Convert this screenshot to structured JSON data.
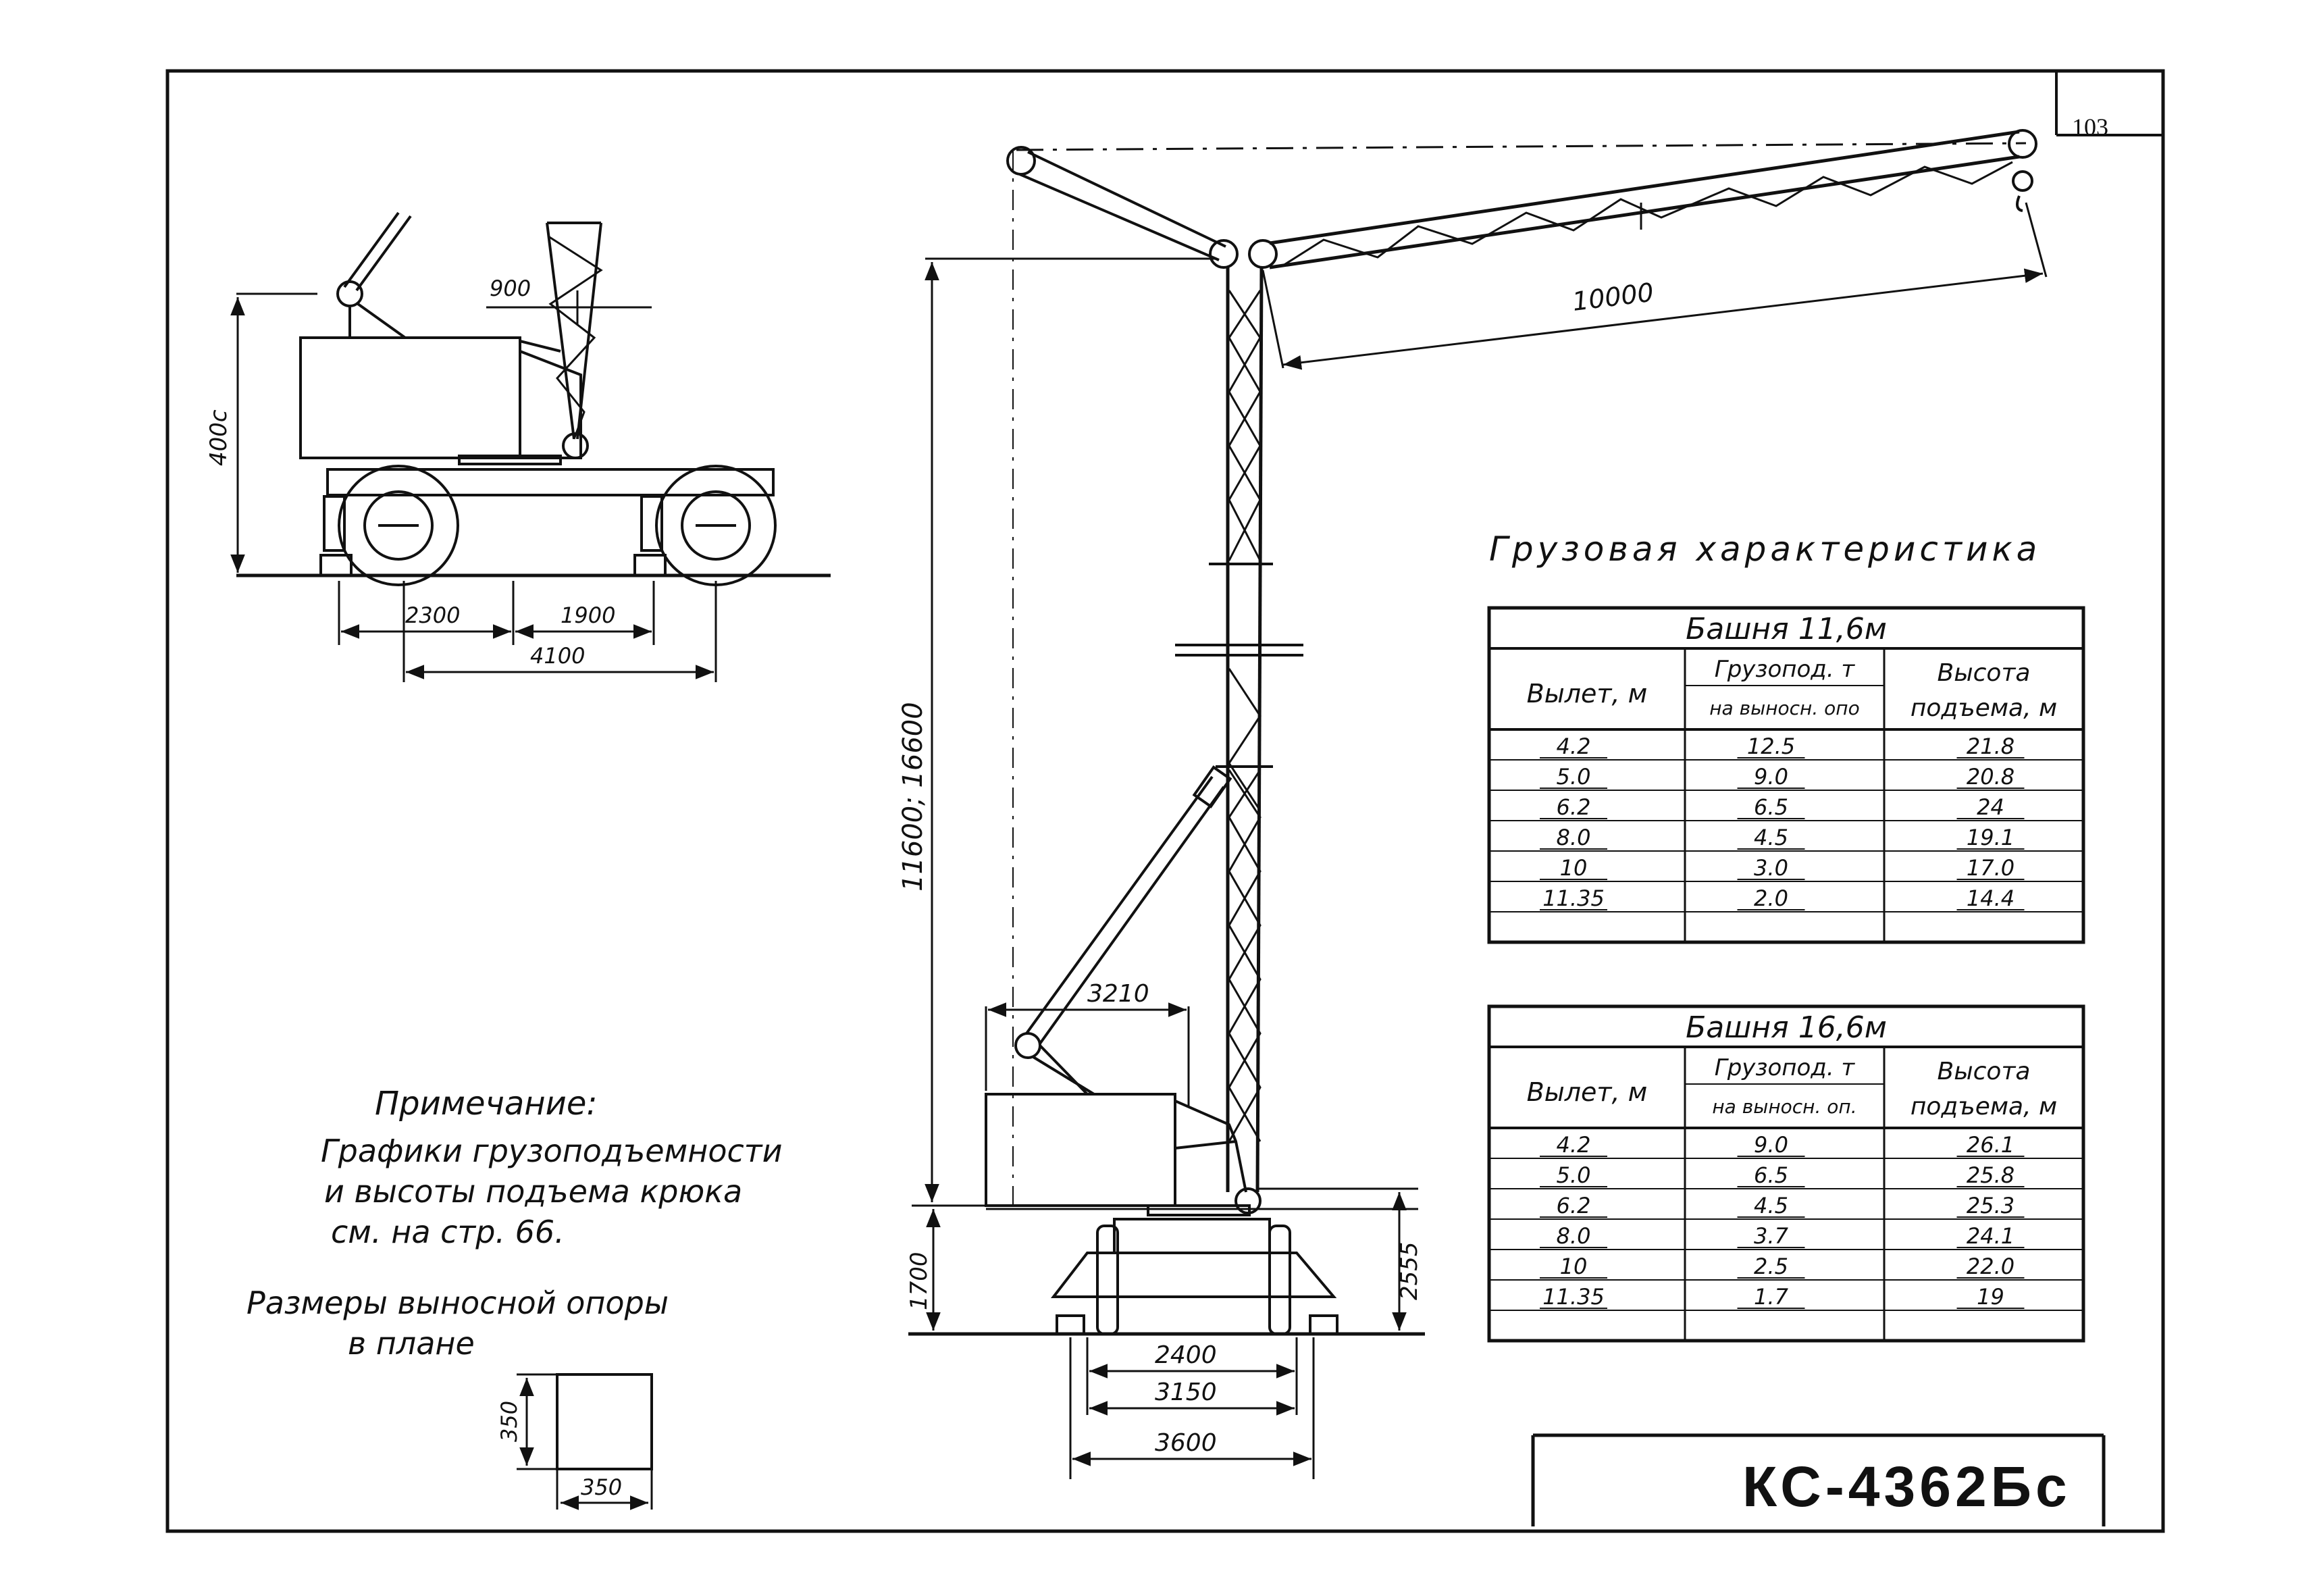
{
  "sheet": {
    "page_number": "103",
    "model": "КС-4362Бс"
  },
  "side_view": {
    "dim_height": "400с",
    "dim_boom_offset": "900",
    "dim_axle_left": "2300",
    "dim_axle_right": "1900",
    "dim_base": "4100"
  },
  "crane_view": {
    "dim_boom_length": "10000",
    "dim_tower_height": "11600; 16600",
    "dim_strut_offset": "3210",
    "dim_chassis_height": "1700",
    "dim_pivot_height": "2555",
    "dim_track_inner": "2400",
    "dim_track_mid": "3150",
    "dim_track_outer": "3600"
  },
  "note": {
    "heading": "Примечание:",
    "line1": "Графики грузоподъемности",
    "line2": "и высоты подъема крюка",
    "line3": "см. на стр. 66."
  },
  "outrigger": {
    "title1": "Размеры выносной опоры",
    "title2": "в плане",
    "dim_height": "350",
    "dim_width": "350"
  },
  "load_title": "Грузовая характеристика",
  "tables": [
    {
      "title": "Башня 11,6м",
      "col_reach": "Вылет, м",
      "col_capacity": "Грузопод. т",
      "col_capacity_sub": "на выносн. опо",
      "col_height": "Высота подъема, м",
      "col_height_l1": "Высота",
      "col_height_l2": "подъема, м",
      "rows": [
        {
          "reach": "4.2",
          "capacity": "12.5",
          "height": "21.8"
        },
        {
          "reach": "5.0",
          "capacity": "9.0",
          "height": "20.8"
        },
        {
          "reach": "6.2",
          "capacity": "6.5",
          "height": "24"
        },
        {
          "reach": "8.0",
          "capacity": "4.5",
          "height": "19.1"
        },
        {
          "reach": "10",
          "capacity": "3.0",
          "height": "17.0"
        },
        {
          "reach": "11.35",
          "capacity": "2.0",
          "height": "14.4"
        }
      ]
    },
    {
      "title": "Башня 16,6м",
      "col_reach": "Вылет, м",
      "col_capacity": "Грузопод. т",
      "col_capacity_sub": "на выносн. оп.",
      "col_height": "Высота подъема, м",
      "col_height_l1": "Высота",
      "col_height_l2": "подъема, м",
      "rows": [
        {
          "reach": "4.2",
          "capacity": "9.0",
          "height": "26.1"
        },
        {
          "reach": "5.0",
          "capacity": "6.5",
          "height": "25.8"
        },
        {
          "reach": "6.2",
          "capacity": "4.5",
          "height": "25.3"
        },
        {
          "reach": "8.0",
          "capacity": "3.7",
          "height": "24.1"
        },
        {
          "reach": "10",
          "capacity": "2.5",
          "height": "22.0"
        },
        {
          "reach": "11.35",
          "capacity": "1.7",
          "height": "19"
        }
      ]
    }
  ]
}
